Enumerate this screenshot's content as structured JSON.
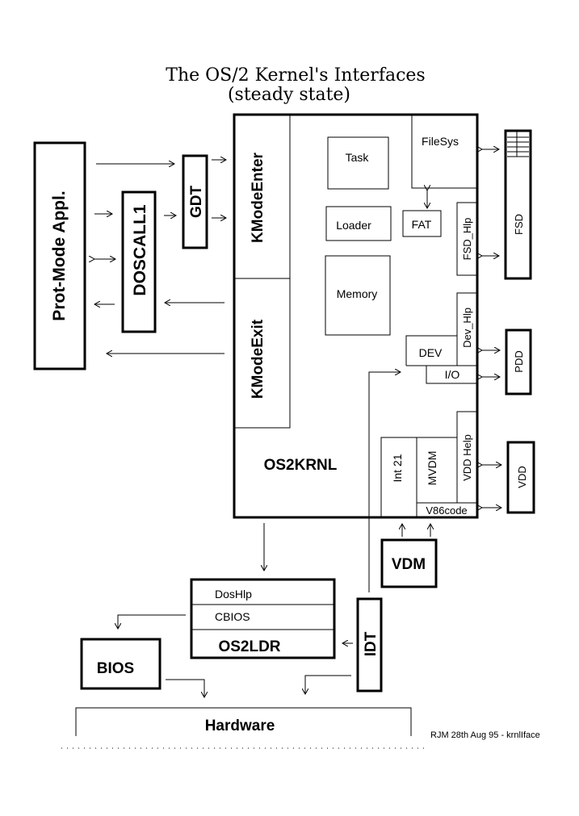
{
  "title": {
    "line1": "The OS/2 Kernel's Interfaces",
    "line2": "(steady state)"
  },
  "boxes": {
    "prot_mode_appl": "Prot-Mode Appl.",
    "doscall1": "DOSCALL1",
    "gdt": "GDT",
    "kmode_enter": "KModeEnter",
    "kmode_exit": "KModeExit",
    "os2krnl": "OS2KRNL",
    "task": "Task",
    "loader": "Loader",
    "memory": "Memory",
    "filesys": "FileSys",
    "fat": "FAT",
    "fsd_hlp": "FSD_Hlp",
    "dev_hlp": "Dev_Hlp",
    "dev": "DEV",
    "io": "I/O",
    "int21": "Int 21",
    "mvdm": "MVDM",
    "vdd_help": "VDD Help",
    "v86code": "V86code",
    "fsd": "FSD",
    "pdd": "PDD",
    "vdd": "VDD",
    "vdm": "VDM",
    "doshlp": "DosHlp",
    "cbios": "CBIOS",
    "os2ldr": "OS2LDR",
    "idt": "IDT",
    "bios": "BIOS",
    "hardware": "Hardware"
  },
  "footer": {
    "credit": "RJM 28th Aug 95 - krnlIface"
  }
}
